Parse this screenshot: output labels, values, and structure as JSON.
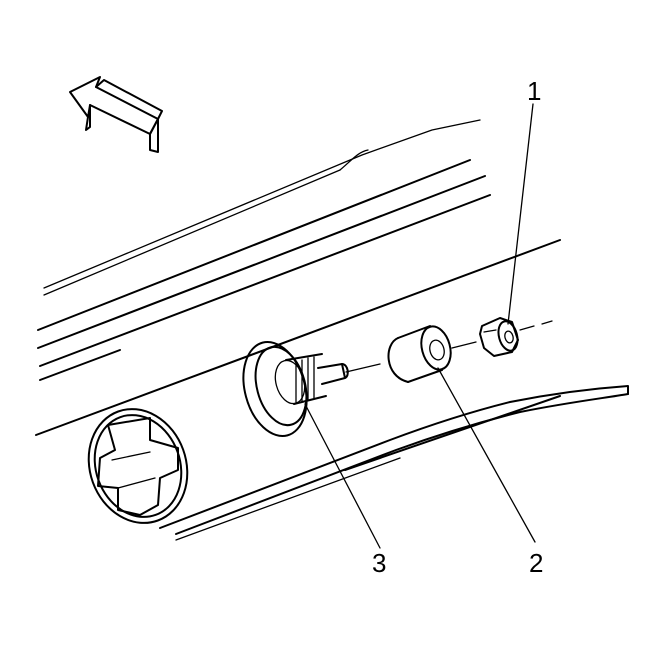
{
  "callouts": {
    "one": "1",
    "two": "2",
    "three": "3"
  },
  "colors": {
    "line": "#000000",
    "background": "#ffffff"
  },
  "icons": {
    "direction_arrow": "front-direction-arrow-icon"
  }
}
